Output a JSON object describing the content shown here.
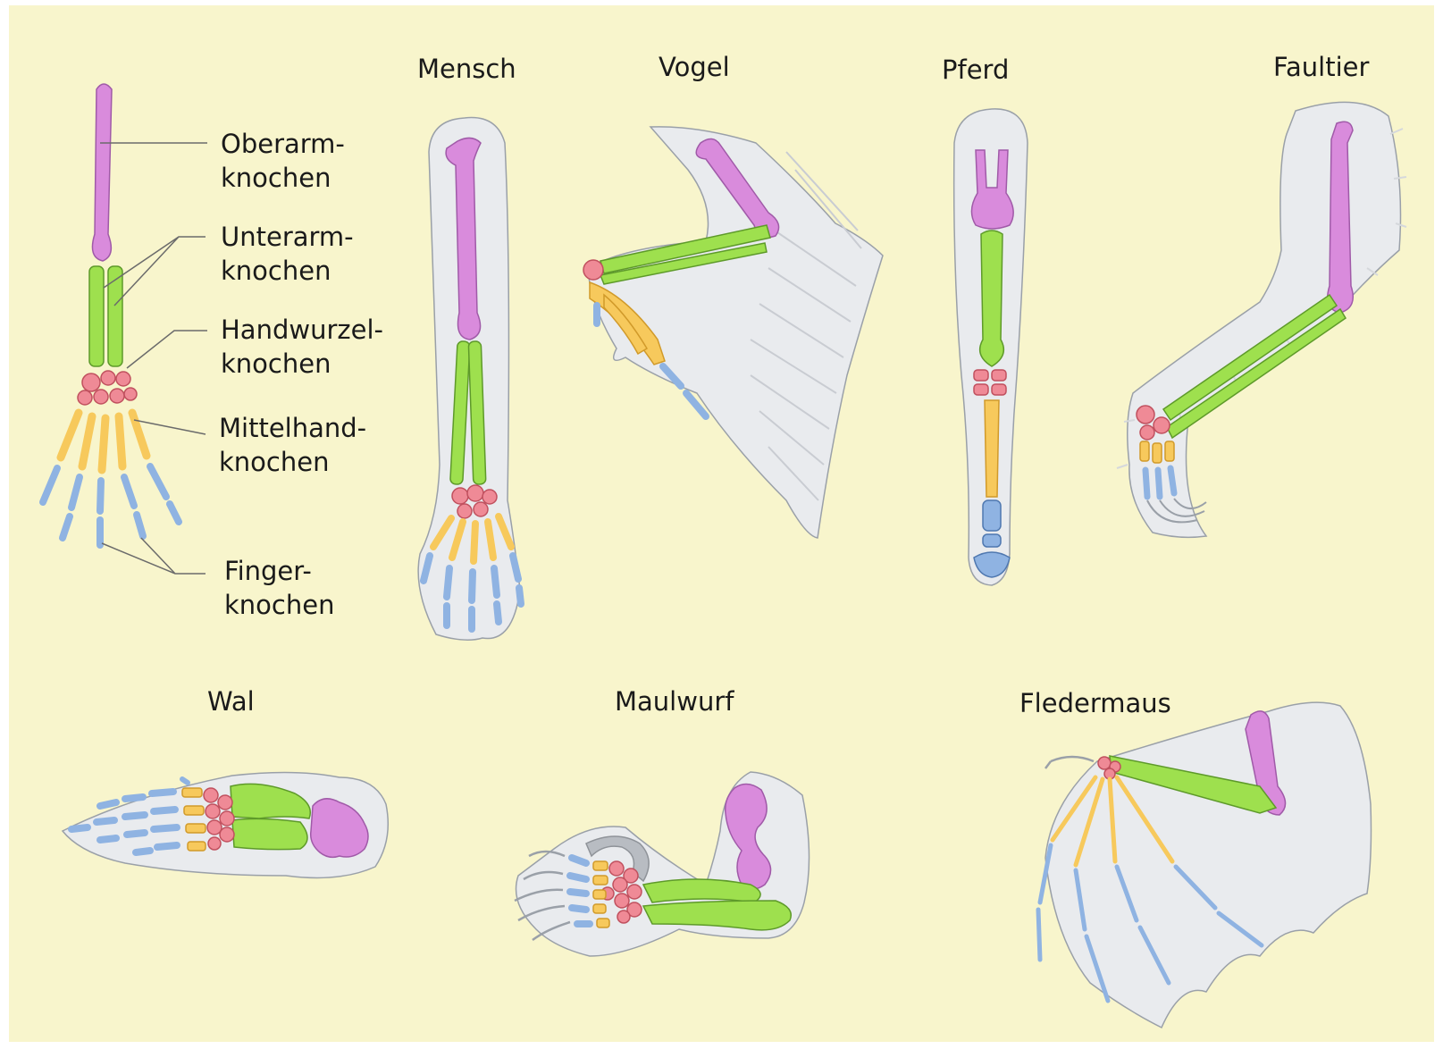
{
  "colors": {
    "background": "#f8f5cc",
    "humerus": "#d98bdc",
    "forearm": "#9ee04e",
    "carpals": "#ef8a96",
    "metacarpals": "#f7c95c",
    "phalanges": "#8fb3e2",
    "soft_tissue": "#e9ebee",
    "outline": "#9aa0a8"
  },
  "bone_labels": [
    {
      "line1": "Oberarm-",
      "line2": "knochen"
    },
    {
      "line1": "Unterarm-",
      "line2": "knochen"
    },
    {
      "line1": "Handwurzel-",
      "line2": "knochen"
    },
    {
      "line1": "Mittelhand-",
      "line2": "knochen"
    },
    {
      "line1": "Finger-",
      "line2": "knochen"
    }
  ],
  "animals": {
    "mensch": "Mensch",
    "vogel": "Vogel",
    "pferd": "Pferd",
    "faultier": "Faultier",
    "wal": "Wal",
    "maulwurf": "Maulwurf",
    "fledermaus": "Fledermaus"
  }
}
